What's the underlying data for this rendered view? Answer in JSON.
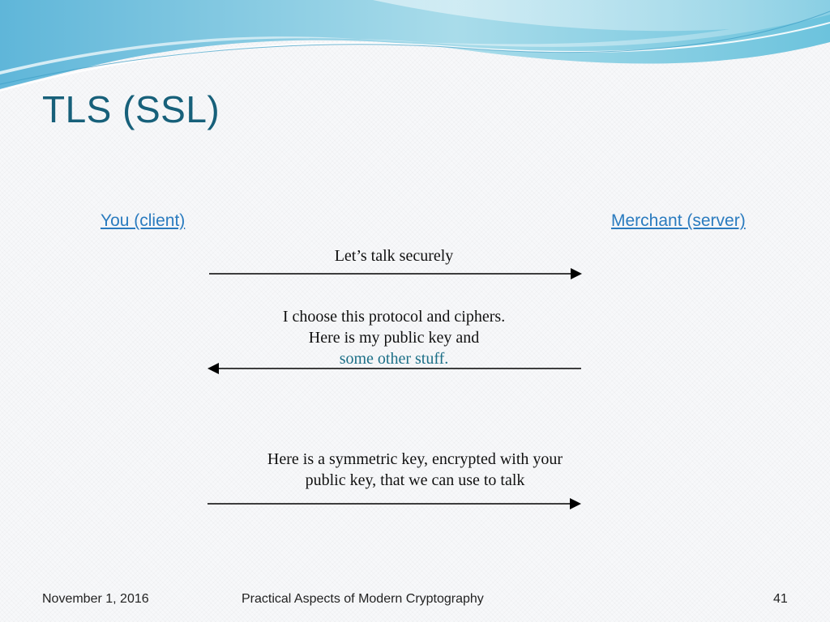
{
  "slide": {
    "title": "TLS (SSL)",
    "client_label": "You (client)",
    "server_label": "Merchant (server)"
  },
  "messages": [
    {
      "lines": [
        "Let’s talk securely"
      ],
      "direction": "client-to-server"
    },
    {
      "lines": [
        "I choose this protocol and ciphers.",
        "Here is my public key and"
      ],
      "highlight": "some other stuff.",
      "direction": "server-to-client"
    },
    {
      "lines": [
        "Here is a symmetric key, encrypted with your",
        "public key, that we can use to talk"
      ],
      "direction": "client-to-server"
    }
  ],
  "footer": {
    "date": "November 1, 2016",
    "course": "Practical Aspects of Modern Cryptography",
    "page": "41"
  },
  "colors": {
    "title": "#17607a",
    "link": "#2a7bbf",
    "highlight": "#1c6f87"
  }
}
